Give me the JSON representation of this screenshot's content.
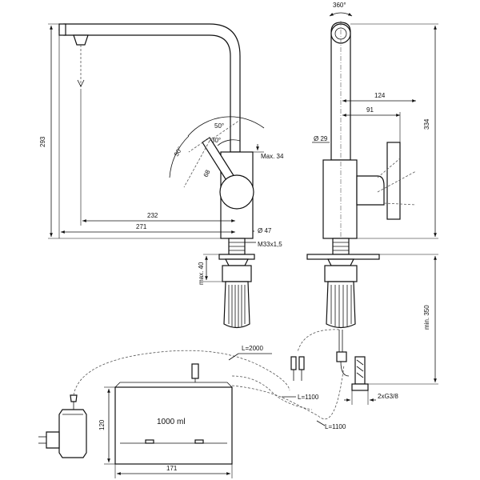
{
  "labels": {
    "rotation": "360°",
    "height_total": "293",
    "spout_reach": "232",
    "overall_reach": "271",
    "lever_angle_50a": "50°",
    "lever_angle_30": "30°",
    "lever_angle_50b": "50°",
    "lever_len": "68",
    "max34": "Max. 34",
    "dia47": "Ø 47",
    "thread": "M33x1,5",
    "max40": "max. 40",
    "dia29": "Ø 29",
    "dim124": "124",
    "dim91": "91",
    "dim334": "334",
    "min350": "min. 350",
    "hose2000": "L=2000",
    "hose1100a": "L=1100",
    "hose1100b": "L=1100",
    "connection": "2xG3/8",
    "tank_volume": "1000 ml",
    "tank_height": "120",
    "tank_width": "171"
  }
}
